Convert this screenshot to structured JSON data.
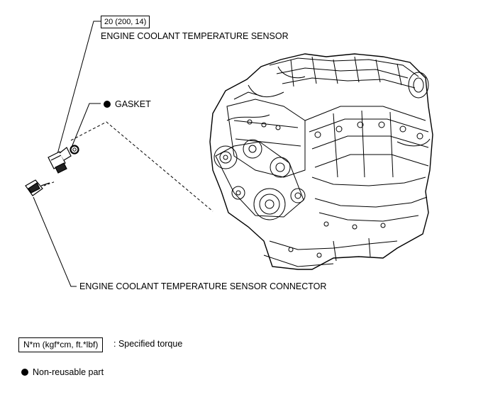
{
  "callouts": {
    "sensor_torque": "20 (200, 14)",
    "sensor_label": "ENGINE COOLANT TEMPERATURE SENSOR",
    "gasket_label": "GASKET",
    "connector_label": "ENGINE COOLANT TEMPERATURE SENSOR CONNECTOR"
  },
  "legend": {
    "torque_unit": "N*m (kgf*cm, ft.*lbf)",
    "torque_desc": ": Specified torque",
    "nonreusable_desc": "Non-reusable part"
  }
}
